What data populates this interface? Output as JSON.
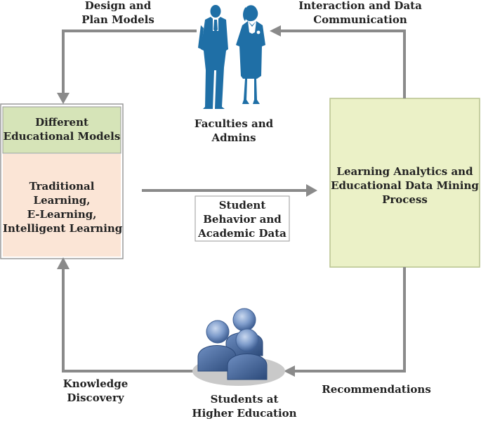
{
  "labels": {
    "design": [
      "Design and",
      "Plan Models"
    ],
    "interaction": [
      "Interaction and Data",
      "Communication"
    ],
    "faculties": [
      "Faculties and",
      "Admins"
    ],
    "models_header": [
      "Different",
      "Educational Models"
    ],
    "models_body": [
      "Traditional",
      "Learning,",
      "E-Learning,",
      "Intelligent Learning"
    ],
    "analytics": [
      "Learning Analytics and",
      "Educational Data Mining",
      "Process"
    ],
    "student_data": [
      "Student",
      "Behavior and",
      "Academic Data"
    ],
    "knowledge": [
      "Knowledge",
      "Discovery"
    ],
    "students": [
      "Students at",
      "Higher Education"
    ],
    "recommendations": [
      "Recommendations"
    ]
  },
  "icons": {
    "people_top": "faculty-admin-people-icon",
    "people_bottom": "students-group-icon"
  },
  "colors": {
    "arrow": "#8a8a8a",
    "models_header_fill": "#d6e4b8",
    "models_body_fill": "#fbe5d6",
    "analytics_fill": "#ebf1c7",
    "figure_blue": "#1f6fa6",
    "student_blue": "#3a5f98",
    "shadow": "#c9c9c9"
  }
}
